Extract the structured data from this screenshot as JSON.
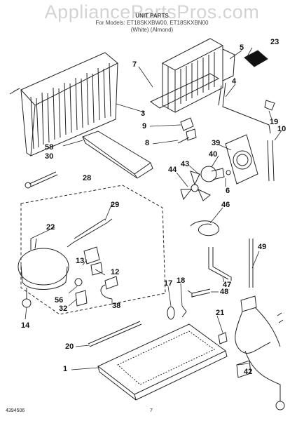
{
  "watermark": "AppliancePartsPros.com",
  "header": {
    "line1": "UNIT PARTS",
    "line2": "For Models: ET18SKXBW00, ET18SKXBN00",
    "line3": "(White)        (Almond)"
  },
  "callouts": [
    "1",
    "3",
    "4",
    "5",
    "6",
    "7",
    "8",
    "9",
    "10",
    "12",
    "13",
    "14",
    "17",
    "18",
    "19",
    "20",
    "21",
    "22",
    "23",
    "28",
    "29",
    "30",
    "32",
    "38",
    "39",
    "40",
    "42",
    "43",
    "44",
    "46",
    "47",
    "48",
    "49",
    "56",
    "58"
  ],
  "footer": {
    "doc_number": "4394506",
    "page_number": "7"
  }
}
